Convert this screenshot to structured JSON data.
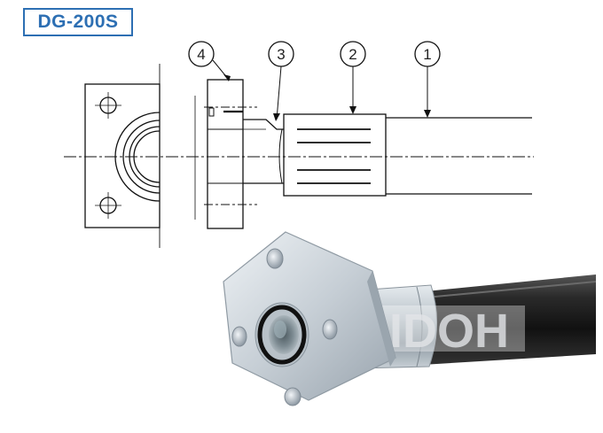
{
  "model": {
    "code": "DG-200S"
  },
  "callouts": [
    {
      "id": "callout-4",
      "number": "4"
    },
    {
      "id": "callout-3",
      "number": "3"
    },
    {
      "id": "callout-2",
      "number": "2"
    },
    {
      "id": "callout-1",
      "number": "1"
    }
  ],
  "watermark": {
    "text": "AIDOH"
  },
  "colors": {
    "accent": "#2d6fb3",
    "line": "#111111",
    "hose": "#1a1a1a",
    "flange": "#c9d0d6"
  }
}
